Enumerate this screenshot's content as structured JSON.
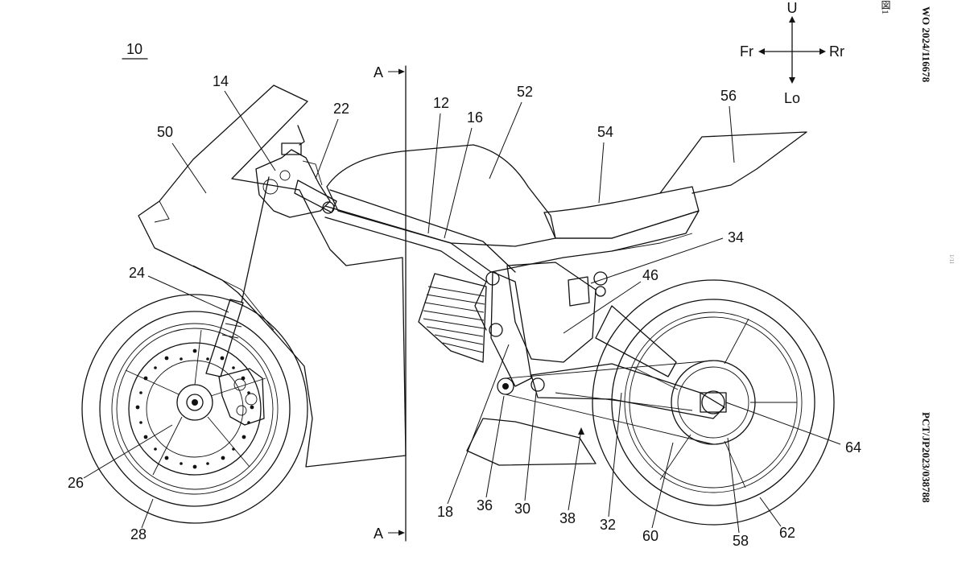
{
  "document": {
    "publication_number": "WO 2024/116678",
    "application_number": "PCT/JP2023/038788",
    "figure_id": "図1",
    "page_mark": "1/11"
  },
  "orientation": {
    "up": "U",
    "down": "Lo",
    "front": "Fr",
    "rear": "Rr"
  },
  "section": {
    "label": "A"
  },
  "assembly_ref": "10",
  "reference_numerals": [
    "12",
    "14",
    "16",
    "18",
    "22",
    "24",
    "26",
    "28",
    "30",
    "32",
    "34",
    "36",
    "38",
    "46",
    "50",
    "52",
    "54",
    "56",
    "58",
    "60",
    "62",
    "64"
  ]
}
